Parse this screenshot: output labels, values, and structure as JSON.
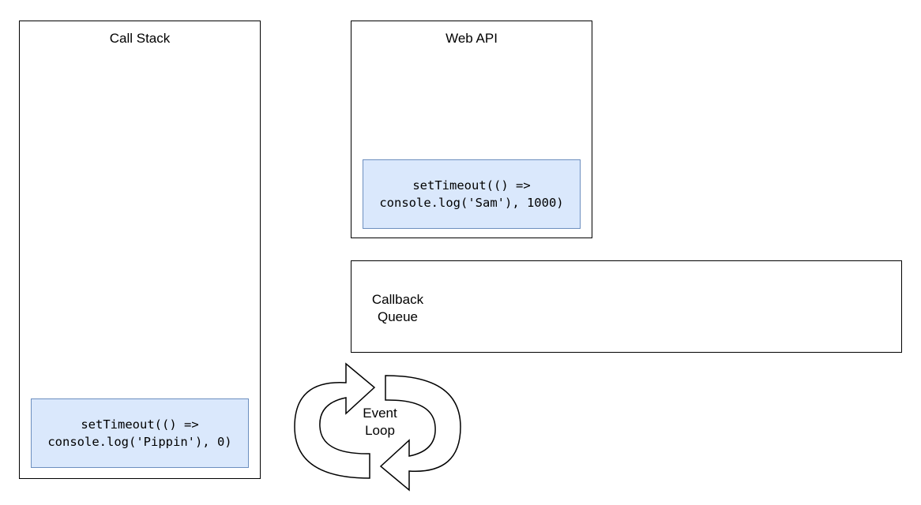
{
  "diagram": {
    "call_stack": {
      "title": "Call Stack",
      "frame": {
        "line1": "setTimeout(() =>",
        "line2": "console.log('Pippin'), 0)"
      }
    },
    "web_api": {
      "title": "Web API",
      "frame": {
        "line1": "setTimeout(() =>",
        "line2": "console.log('Sam'), 1000)"
      }
    },
    "callback_queue": {
      "label_line1": "Callback",
      "label_line2": "Queue"
    },
    "event_loop": {
      "label_line1": "Event",
      "label_line2": "Loop"
    }
  },
  "colors": {
    "border": "#000000",
    "code_box_fill": "#dae8fc",
    "code_box_border": "#6c8ebf",
    "background": "#ffffff"
  }
}
